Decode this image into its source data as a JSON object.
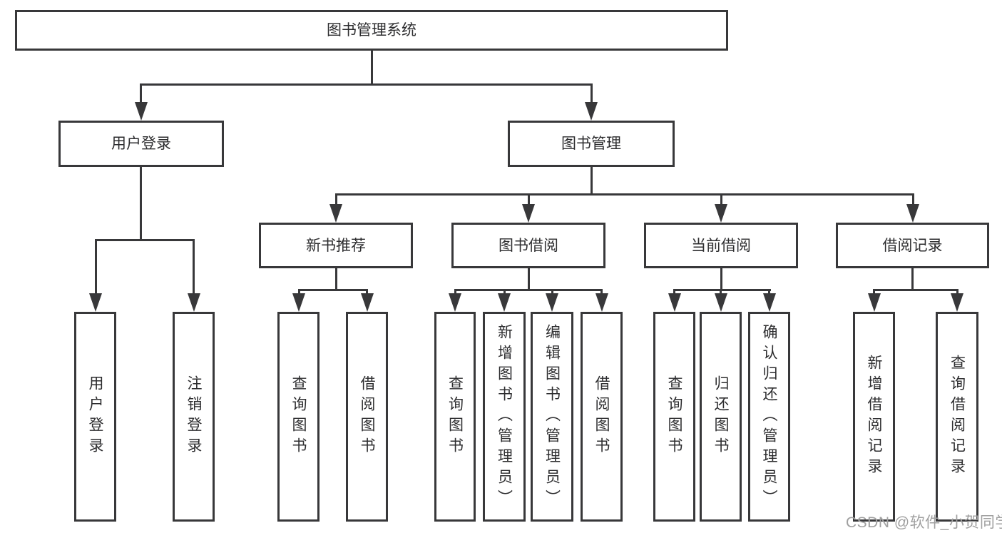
{
  "tree": {
    "root": "图书管理系统",
    "children": [
      {
        "label": "用户登录",
        "children": [
          "用户登录",
          "注销登录"
        ]
      },
      {
        "label": "图书管理",
        "children": [
          {
            "label": "新书推荐",
            "children": [
              "查询图书",
              "借阅图书"
            ]
          },
          {
            "label": "图书借阅",
            "children": [
              "查询图书",
              "新增图书（管理员）",
              "编辑图书（管理员）",
              "借阅图书"
            ]
          },
          {
            "label": "当前借阅",
            "children": [
              "查询图书",
              "归还图书",
              "确认归还（管理员）"
            ]
          },
          {
            "label": "借阅记录",
            "children": [
              "新增借阅记录",
              "查询借阅记录"
            ]
          }
        ]
      }
    ]
  },
  "watermark": "CSDN @软件_小贺同学",
  "colors": {
    "line": "#38383a",
    "box_border": "#38383a",
    "text": "#2d2d2f",
    "background": "#ffffff",
    "watermark_text": "#a0a0a0"
  }
}
